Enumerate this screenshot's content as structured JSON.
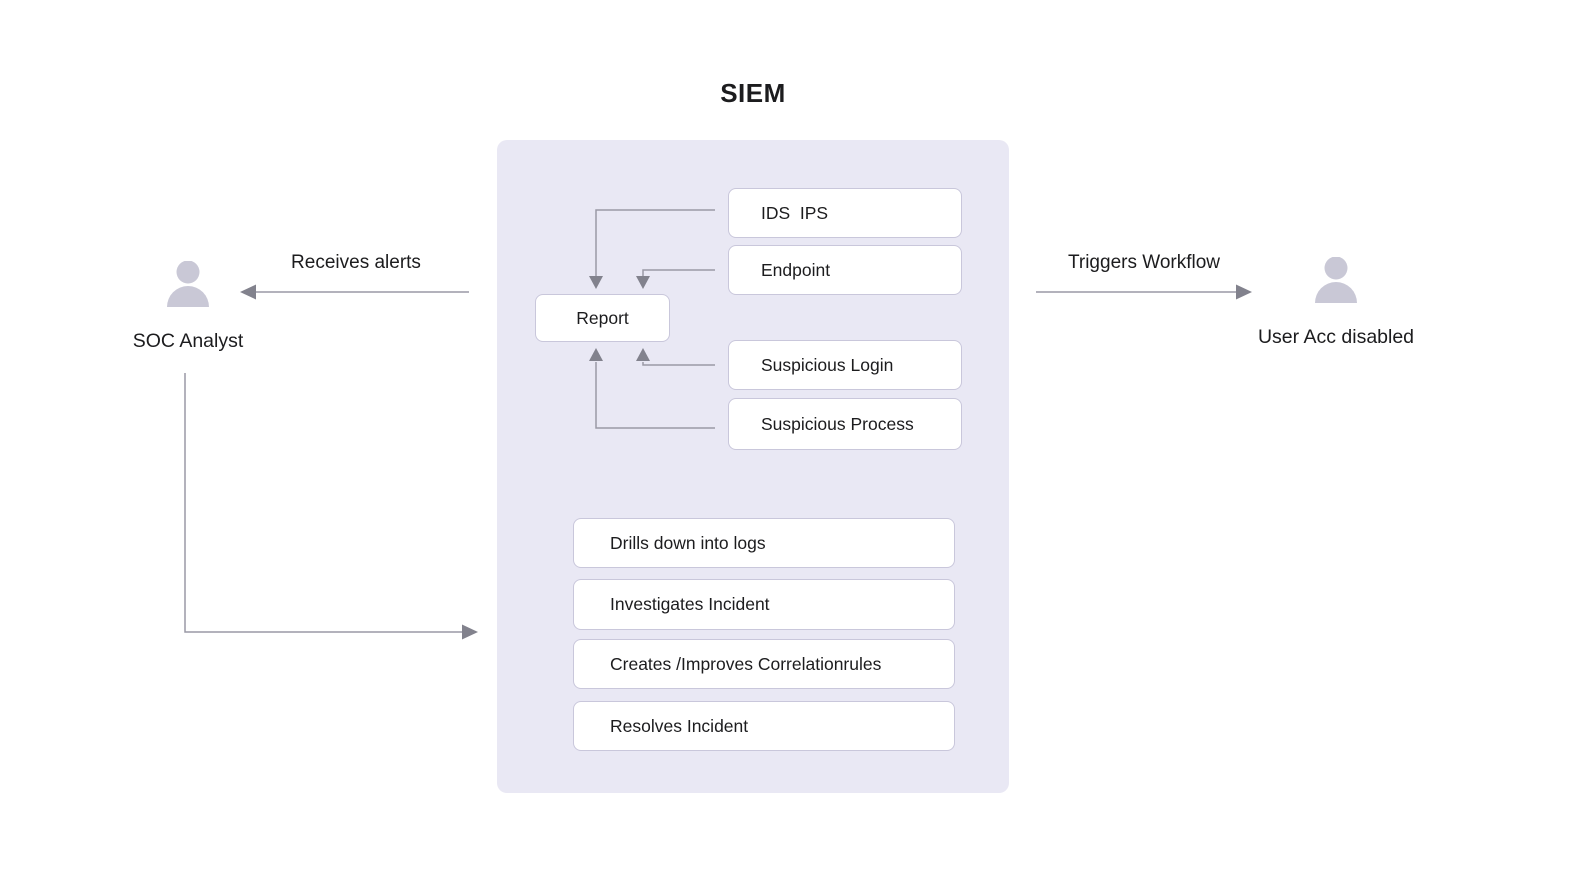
{
  "title": "SIEM",
  "colors": {
    "container_bg": "#e9e8f4",
    "node_bg": "#ffffff",
    "node_border": "#c9c7db",
    "arrow_line": "#9a99a5",
    "arrow_head": "#82828d",
    "person_icon": "#c9c8d6",
    "text": "#1c1c1e"
  },
  "actors": {
    "left": {
      "icon": "person-icon",
      "label": "SOC Analyst"
    },
    "right": {
      "icon": "person-icon",
      "label": "User Acc disabled"
    }
  },
  "edges": {
    "receives_alerts": {
      "label": "Receives alerts"
    },
    "triggers_workflow": {
      "label": "Triggers Workflow"
    }
  },
  "siem": {
    "report": {
      "label": "Report"
    },
    "sources": [
      {
        "label": "IDS  IPS"
      },
      {
        "label": "Endpoint"
      },
      {
        "label": "Suspicious Login"
      },
      {
        "label": "Suspicious Process"
      }
    ],
    "activities": [
      {
        "label": "Drills down into logs"
      },
      {
        "label": "Investigates Incident"
      },
      {
        "label": "Creates /Improves Correlationrules"
      },
      {
        "label": "Resolves Incident"
      }
    ]
  }
}
